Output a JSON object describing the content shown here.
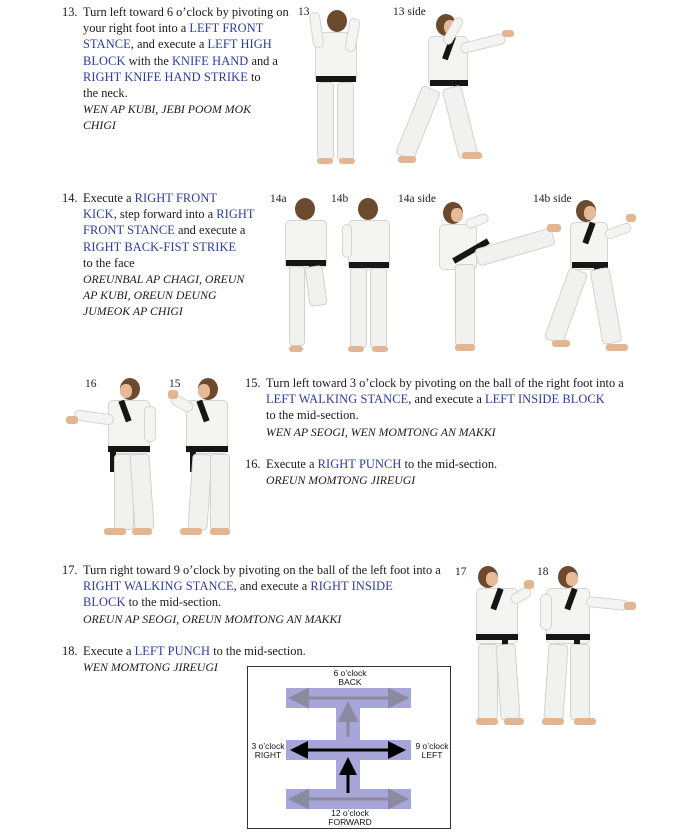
{
  "steps": [
    {
      "number": "13.",
      "lines": [
        [
          {
            "t": "Turn left toward 6 o’clock by pivoting on "
          }
        ],
        [
          {
            "t": "your right foot into a "
          },
          {
            "t": "LEFT FRONT",
            "k": 1
          }
        ],
        [
          {
            "t": "STANCE",
            "k": 1
          },
          {
            "t": ", and execute a "
          },
          {
            "t": "LEFT HIGH",
            "k": 1
          }
        ],
        [
          {
            "t": "BLOCK",
            "k": 1
          },
          {
            "t": " with the "
          },
          {
            "t": "KNIFE HAND",
            "k": 1
          },
          {
            "t": " and a"
          }
        ],
        [
          {
            "t": "RIGHT KNIFE HAND STRIKE",
            "k": 1
          },
          {
            "t": " to"
          }
        ],
        [
          {
            "t": "the neck."
          }
        ],
        [
          {
            "t": "WEN AP KUBI, JEBI POOM MOK",
            "i": 1
          }
        ],
        [
          {
            "t": "CHIGI",
            "i": 1
          }
        ]
      ]
    },
    {
      "number": "14.",
      "lines": [
        [
          {
            "t": "Execute a "
          },
          {
            "t": "RIGHT FRONT",
            "k": 1
          }
        ],
        [
          {
            "t": "KICK",
            "k": 1
          },
          {
            "t": ", step forward into a "
          },
          {
            "t": "RIGHT",
            "k": 1
          }
        ],
        [
          {
            "t": "FRONT STANCE",
            "k": 1
          },
          {
            "t": " and execute a"
          }
        ],
        [
          {
            "t": "RIGHT BACK-FIST STRIKE",
            "k": 1
          }
        ],
        [
          {
            "t": "to the face"
          }
        ],
        [
          {
            "t": "OREUNBAL AP CHAGI,  OREUN",
            "i": 1
          }
        ],
        [
          {
            "t": "AP KUBI, OREUN DEUNG",
            "i": 1
          }
        ],
        [
          {
            "t": "JUMEOK AP CHIGI",
            "i": 1
          }
        ]
      ]
    },
    {
      "number": "15.",
      "lines": [
        [
          {
            "t": "Turn left toward 3 o’clock by pivoting on the ball of the right foot into a"
          }
        ],
        [
          {
            "t": "LEFT WALKING STANCE",
            "k": 1
          },
          {
            "t": ", and execute a "
          },
          {
            "t": "LEFT INSIDE BLOCK",
            "k": 1
          }
        ],
        [
          {
            "t": "to the mid-section."
          }
        ],
        [
          {
            "t": "WEN AP SEOGI, WEN MOMTONG AN MAKKI",
            "i": 1
          }
        ]
      ]
    },
    {
      "number": "16.",
      "lines": [
        [
          {
            "t": "Execute a "
          },
          {
            "t": "RIGHT PUNCH",
            "k": 1
          },
          {
            "t": " to the mid-section."
          }
        ],
        [
          {
            "t": "OREUN MOMTONG JIREUGI",
            "i": 1
          }
        ]
      ]
    },
    {
      "number": "17.",
      "lines": [
        [
          {
            "t": "Turn right toward 9 o’clock by pivoting on the ball of the left foot into a"
          }
        ],
        [
          {
            "t": "RIGHT WALKING STANCE",
            "k": 1
          },
          {
            "t": ", and execute a "
          },
          {
            "t": "RIGHT INSIDE",
            "k": 1
          }
        ],
        [
          {
            "t": "BLOCK",
            "k": 1
          },
          {
            "t": " to the mid-section."
          }
        ],
        [
          {
            "t": "OREUN AP SEOGI, OREUN MOMTONG AN MAKKI",
            "i": 1
          }
        ]
      ]
    },
    {
      "number": "18.",
      "lines": [
        [
          {
            "t": "Execute a "
          },
          {
            "t": "LEFT PUNCH",
            "k": 1
          },
          {
            "t": " to the mid-section."
          }
        ],
        [
          {
            "t": "WEN MOMTONG JIREUGI",
            "i": 1
          }
        ]
      ]
    }
  ],
  "photo_labels": {
    "p13": "13",
    "p13side": "13 side",
    "p14a": "14a",
    "p14b": "14b",
    "p14aside": "14a side",
    "p14bside": "14b side",
    "p16": "16",
    "p15": "15",
    "p17": "17",
    "p18": "18"
  },
  "diagram": {
    "top_line1": "6 o’clock",
    "top_line2": "BACK",
    "left_line1": "3 o’clock",
    "left_line2": "RIGHT",
    "right_line1": "9 o’clock",
    "right_line2": "LEFT",
    "bottom_line1": "12 o’clock",
    "bottom_line2": "FORWARD"
  },
  "colors": {
    "keyword": "#2f3b98",
    "diagram_band": "#a8a6d9",
    "belt": "#151515"
  }
}
